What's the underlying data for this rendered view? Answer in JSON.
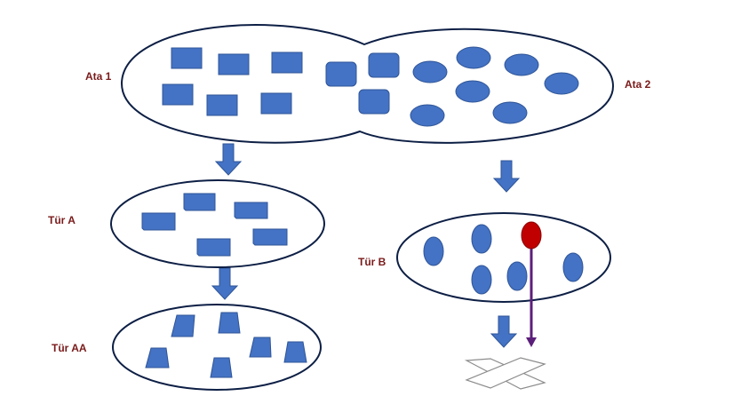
{
  "labels": {
    "ata1": "Ata 1",
    "ata2": "Ata 2",
    "tur_a": "Tür A",
    "tur_b": "Tür B",
    "tur_aa": "Tür AA"
  },
  "colors": {
    "shape_fill": "#4472c4",
    "shape_stroke": "#2f5597",
    "outline": "#0d1f45",
    "arrow": "#4472c4",
    "mutant": "#c00000",
    "mutant_line": "#5b1f7a",
    "label": "#7a1a1a"
  },
  "icons": {
    "extinction": "cross-x-icon"
  }
}
